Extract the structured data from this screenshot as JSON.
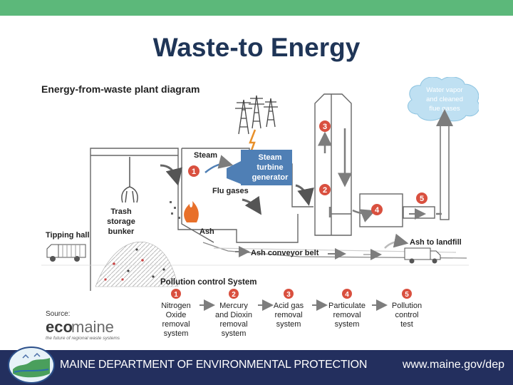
{
  "slide": {
    "title": "Waste-to Energy"
  },
  "diagram": {
    "title": "Energy-from-waste plant diagram",
    "cloud_text": [
      "Water vapor",
      "and cleaned",
      "flue gases"
    ],
    "steam": "Steam",
    "turbine": [
      "Steam",
      "turbine",
      "generator"
    ],
    "flu_gases": "Flu gases",
    "trash_bunker": [
      "Trash",
      "storage",
      "bunker"
    ],
    "tipping_hall": "Tipping hall",
    "ash": "Ash",
    "ash_conveyor": "Ash conveyor belt",
    "ash_landfill": "Ash to landfill",
    "pollution_title": "Pollution control System",
    "numbers": [
      "1",
      "2",
      "3",
      "4",
      "5"
    ],
    "steps": [
      {
        "num": "1",
        "lines": [
          "Nitrogen",
          "Oxide",
          "removal",
          "system"
        ]
      },
      {
        "num": "2",
        "lines": [
          "Mercury",
          "and Dioxin",
          "removal",
          "system"
        ]
      },
      {
        "num": "3",
        "lines": [
          "Acid gas",
          "removal",
          "system"
        ]
      },
      {
        "num": "4",
        "lines": [
          "Particulate",
          "removal",
          "system"
        ]
      },
      {
        "num": "5",
        "lines": [
          "Pollution",
          "control",
          "test"
        ]
      }
    ],
    "source_label": "Source:",
    "eco_logo": {
      "eco": "eco",
      "maine": "maine",
      "tagline": "the future of regional waste systems"
    }
  },
  "footer": {
    "department": "MAINE DEPARTMENT OF ENVIRONMENTAL PROTECTION",
    "url": "www.maine.gov/dep"
  },
  "colors": {
    "accent_green": "#5cb87a",
    "navy": "#232f5e",
    "title": "#1f3557",
    "marker_red": "#d9503f",
    "turbine_blue": "#4f7fb5",
    "arrow_gray": "#8c8c8c"
  }
}
